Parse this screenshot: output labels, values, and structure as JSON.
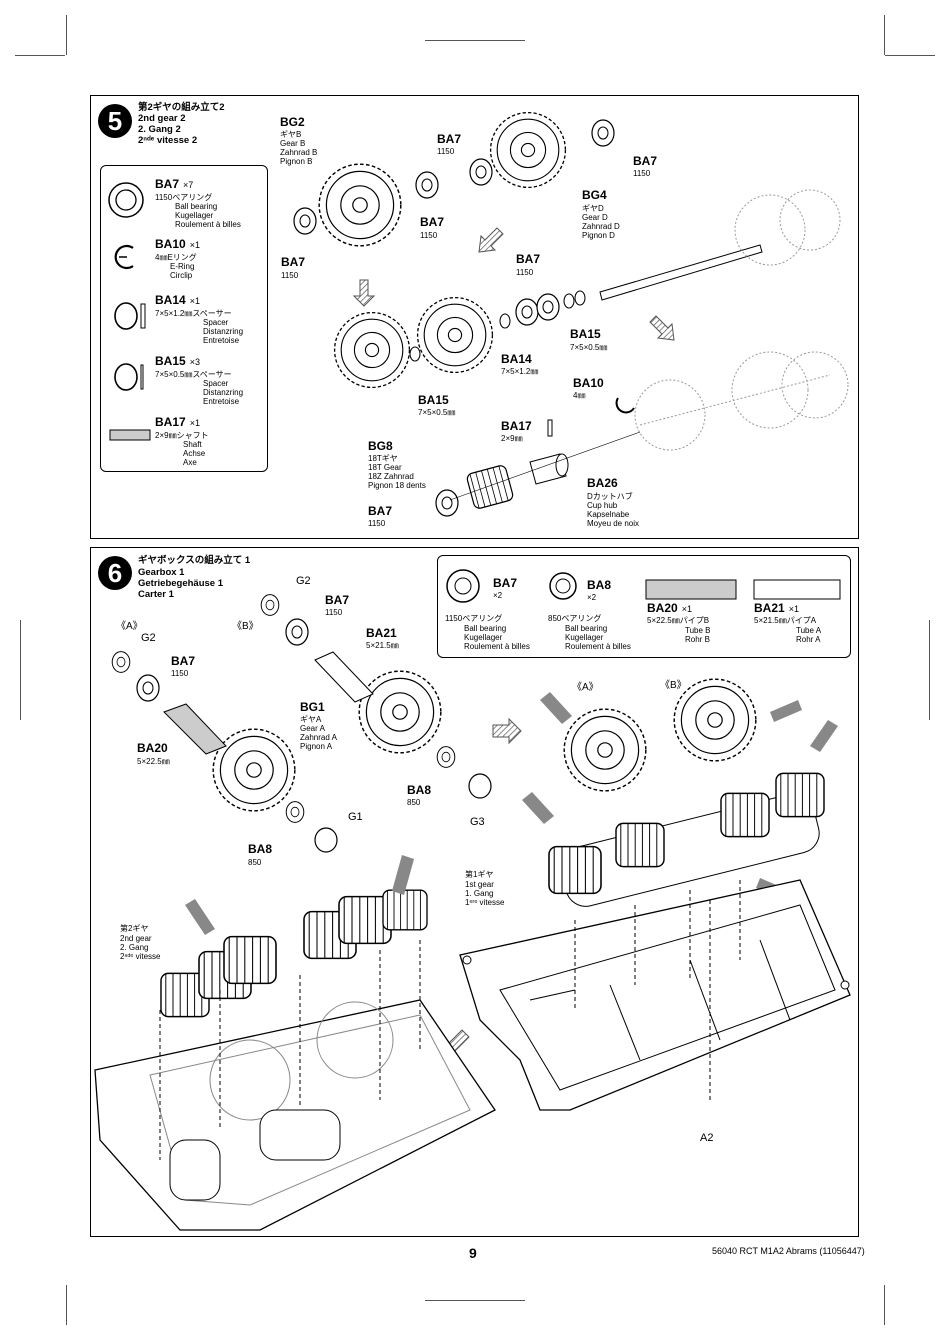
{
  "step5": {
    "number": "5",
    "title_lines": [
      "第2ギヤの組み立て2",
      "2nd gear 2",
      "2. Gang 2",
      "2ⁿᵈᵉ vitesse 2"
    ],
    "parts": [
      {
        "code": "BA7",
        "qty": "×7",
        "lines": [
          "1150ベアリング",
          "Ball bearing",
          "Kugellager",
          "Roulement à billes"
        ]
      },
      {
        "code": "BA10",
        "qty": "×1",
        "lines": [
          "4㎜Eリング",
          "E-Ring",
          "Circlip"
        ]
      },
      {
        "code": "BA14",
        "qty": "×1",
        "lines": [
          "7×5×1.2㎜スペーサー",
          "Spacer",
          "Distanzring",
          "Entretoise"
        ]
      },
      {
        "code": "BA15",
        "qty": "×3",
        "lines": [
          "7×5×0.5㎜スペーサー",
          "Spacer",
          "Distanzring",
          "Entretoise"
        ]
      },
      {
        "code": "BA17",
        "qty": "×1",
        "lines": [
          "2×9㎜シャフト",
          "Shaft",
          "Achse",
          "Axe"
        ]
      }
    ],
    "callouts": {
      "bg2": {
        "code": "BG2",
        "lines": [
          "ギヤB",
          "Gear B",
          "Zahnrad B",
          "Pignon B"
        ]
      },
      "ba7_a": {
        "code": "BA7",
        "sub": "1150"
      },
      "ba7_b": {
        "code": "BA7",
        "sub": "1150"
      },
      "ba7_c": {
        "code": "BA7",
        "sub": "1150"
      },
      "ba7_d": {
        "code": "BA7",
        "sub": "1150"
      },
      "ba7_e": {
        "code": "BA7",
        "sub": "1150"
      },
      "ba7_f": {
        "code": "BA7",
        "sub": "1150"
      },
      "bg4": {
        "code": "BG4",
        "lines": [
          "ギヤD",
          "Gear D",
          "Zahnrad D",
          "Pignon D"
        ]
      },
      "ba15_a": {
        "code": "BA15",
        "sub": "7×5×0.5㎜"
      },
      "ba15_b": {
        "code": "BA15",
        "sub": "7×5×0.5㎜"
      },
      "ba14": {
        "code": "BA14",
        "sub": "7×5×1.2㎜"
      },
      "ba10": {
        "code": "BA10",
        "sub": "4㎜"
      },
      "ba17": {
        "code": "BA17",
        "sub": "2×9㎜"
      },
      "bg8": {
        "code": "BG8",
        "lines": [
          "18Tギヤ",
          "18T Gear",
          "18Z Zahnrad",
          "Pignon 18 dents"
        ]
      },
      "ba26": {
        "code": "BA26",
        "lines": [
          "Dカットハブ",
          "Cup hub",
          "Kapselnabe",
          "Moyeu de noix"
        ]
      }
    }
  },
  "step6": {
    "number": "6",
    "title_lines": [
      "ギヤボックスの組み立て 1",
      "Gearbox 1",
      "Getriebegehäuse 1",
      "Carter 1"
    ],
    "parts": [
      {
        "code": "BA7",
        "qty": "×2",
        "lines": [
          "1150ベアリング",
          "Ball bearing",
          "Kugellager",
          "Roulement à billes"
        ]
      },
      {
        "code": "BA8",
        "qty": "×2",
        "lines": [
          "850ベアリング",
          "Ball bearing",
          "Kugellager",
          "Roulement à billes"
        ]
      },
      {
        "code": "BA20",
        "qty": "×1",
        "lines": [
          "5×22.5㎜パイプB",
          "Tube B",
          "Rohr B"
        ]
      },
      {
        "code": "BA21",
        "qty": "×1",
        "lines": [
          "5×21.5㎜パイプA",
          "Tube A",
          "Rohr A"
        ]
      }
    ],
    "labels": {
      "a_mark": "《A》",
      "b_mark": "《B》",
      "a_mark2": "《A》",
      "b_mark2": "《B》",
      "g2_a": "G2",
      "g2_b": "G2",
      "ba7_a": "BA7",
      "ba7_a_sub": "1150",
      "ba7_b": "BA7",
      "ba7_b_sub": "1150",
      "ba21": "BA21",
      "ba21_sub": "5×21.5㎜",
      "ba20": "BA20",
      "ba20_sub": "5×22.5㎜",
      "bg1": "BG1",
      "bg1_lines": [
        "ギヤA",
        "Gear A",
        "Zahnrad A",
        "Pignon A"
      ],
      "ba8_a": "BA8",
      "ba8_a_sub": "850",
      "ba8_b": "BA8",
      "ba8_b_sub": "850",
      "g1": "G1",
      "g3": "G3",
      "a2": "A2",
      "first_gear": [
        "第1ギヤ",
        "1st gear",
        "1. Gang",
        "1ᵉʳᵉ vitesse"
      ],
      "second_gear": [
        "第2ギヤ",
        "2nd gear",
        "2. Gang",
        "2ⁿᵈᵉ vitesse"
      ]
    }
  },
  "footer": {
    "page_number": "9",
    "product": "56040 RCT M1A2 Abrams (11056447)"
  }
}
